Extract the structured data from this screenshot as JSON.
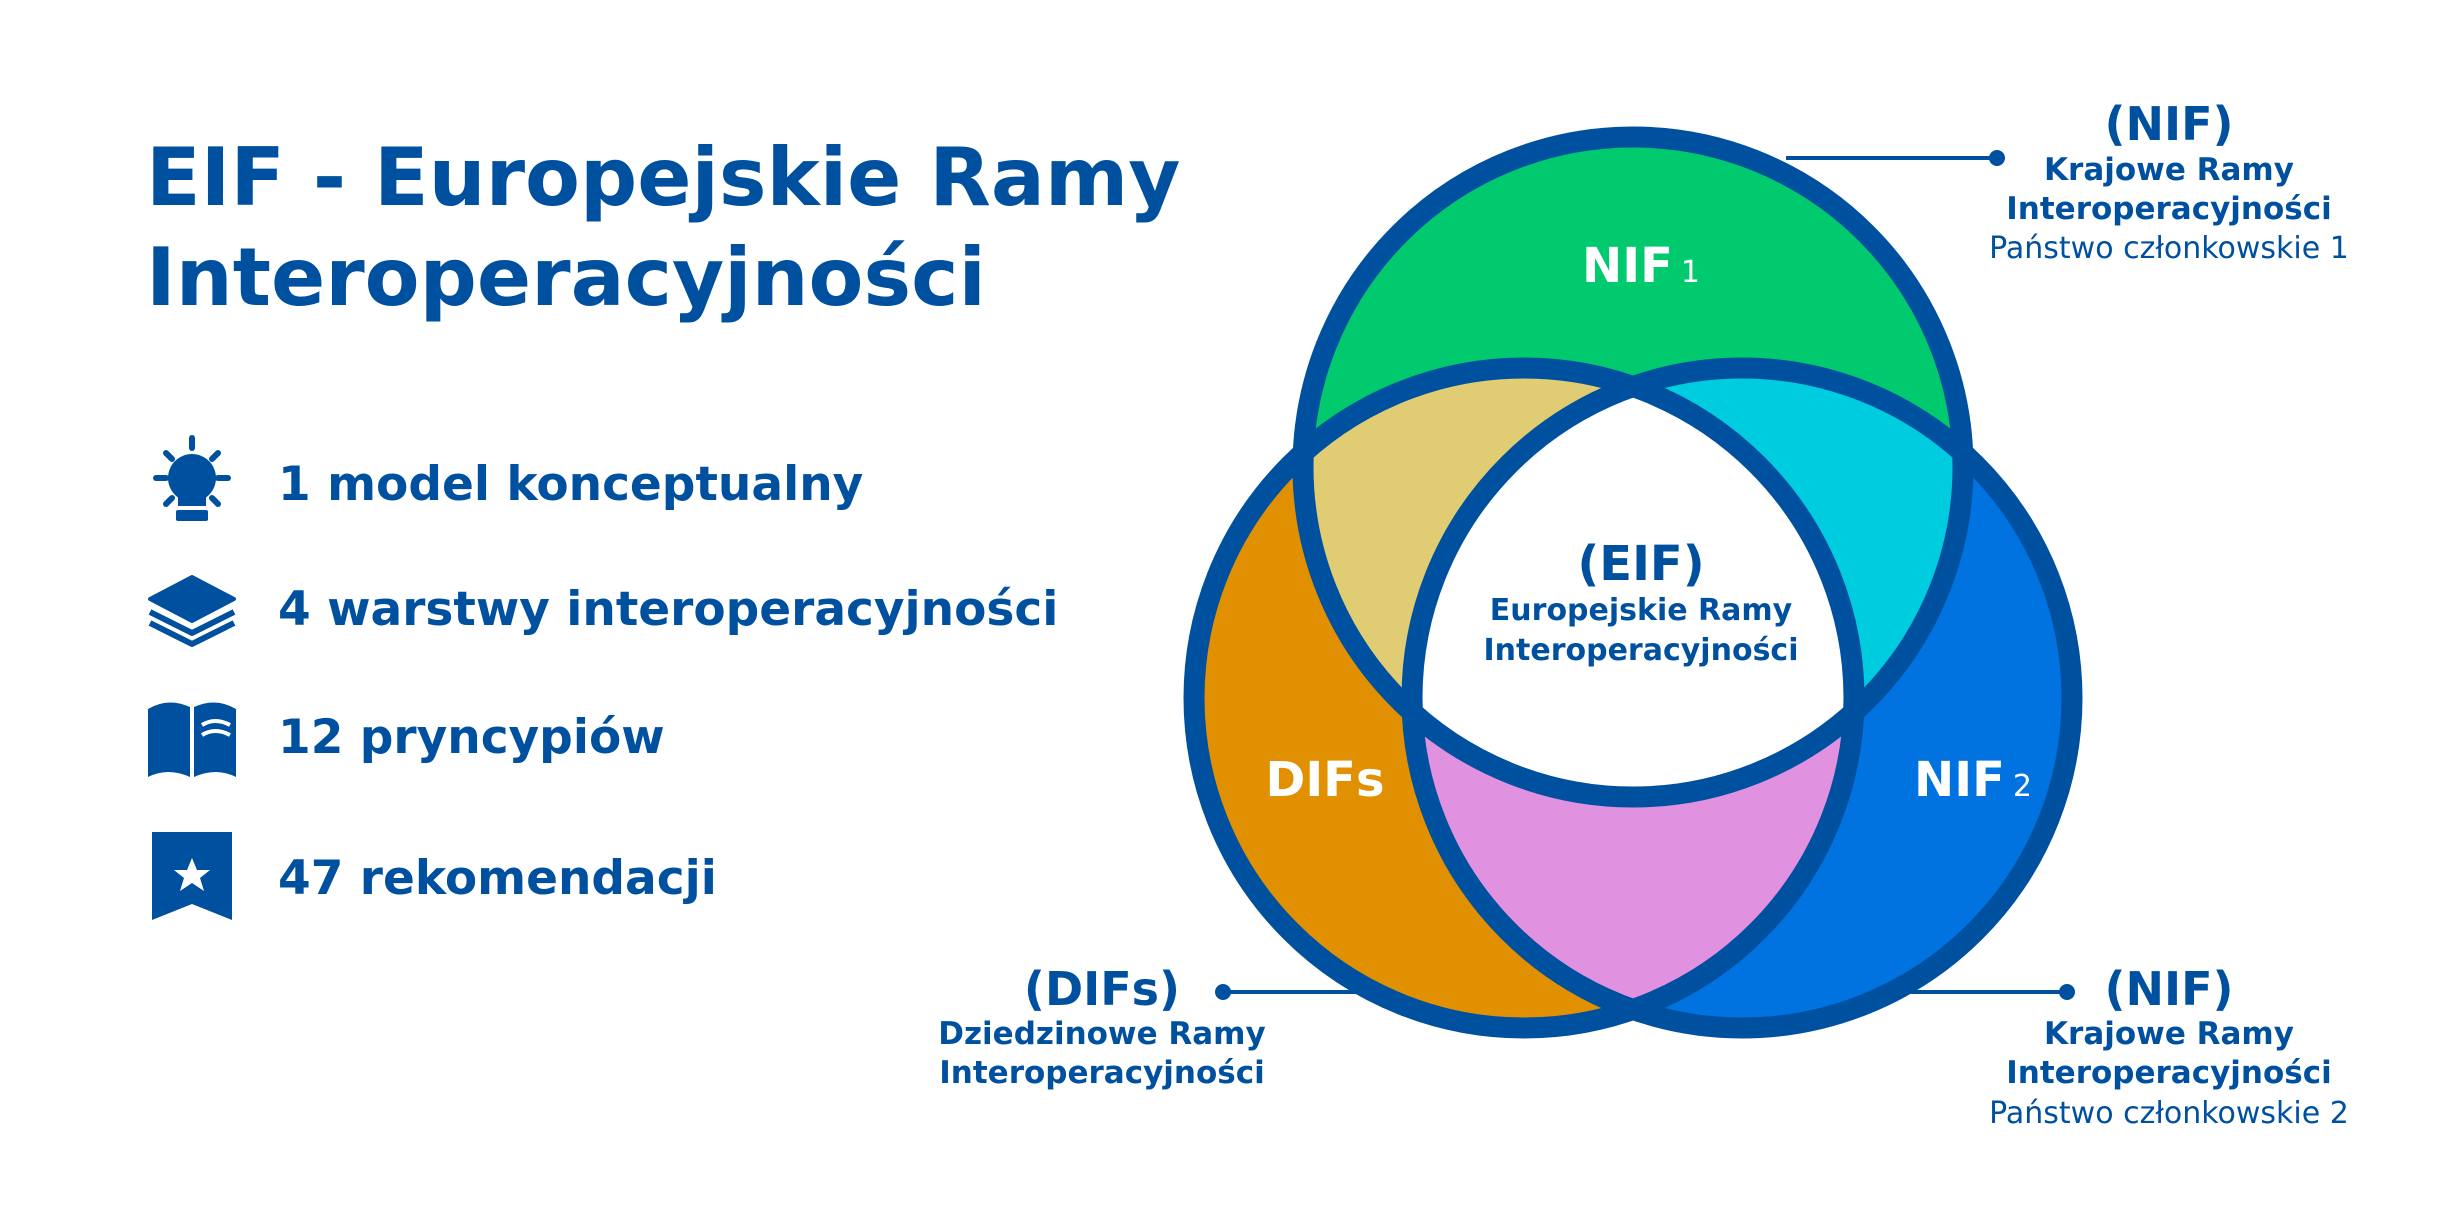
{
  "title": {
    "line1": "EIF - Europejskie Ramy",
    "line2": "Interoperacyjności"
  },
  "items": [
    {
      "icon": "lightbulb-icon",
      "label": "1 model konceptualny"
    },
    {
      "icon": "layers-icon",
      "label": "4 warstwy interoperacyjności"
    },
    {
      "icon": "open-book-icon",
      "label": "12 pryncypiów"
    },
    {
      "icon": "bookmark-star-icon",
      "label": "47 rekomendacji"
    }
  ],
  "venn": {
    "top": {
      "name": "NIF",
      "sub": "1"
    },
    "left": {
      "name": "DIFs"
    },
    "right": {
      "name": "NIF",
      "sub": "2"
    },
    "center": {
      "abbr": "(EIF)",
      "line1": "Europejskie Ramy",
      "line2": "Interoperacyjności"
    },
    "colors": {
      "stroke": "#0050a0",
      "top": "#00c96e",
      "left": "#e09000",
      "right": "#0073e0",
      "top_left": "#e0cc72",
      "top_right": "#00cce0",
      "left_right": "#e092e0",
      "center": "#ffffff"
    }
  },
  "callouts": {
    "top_right": {
      "abbr": "(NIF)",
      "line1": "Krajowe Ramy",
      "line2": "Interoperacyjności",
      "line3": "Państwo członkowskie 1"
    },
    "bottom_right": {
      "abbr": "(NIF)",
      "line1": "Krajowe Ramy",
      "line2": "Interoperacyjności",
      "line3": "Państwo członkowskie 2"
    },
    "bottom_left": {
      "abbr": "(DIFs)",
      "line1": "Dziedzinowe Ramy",
      "line2": "Interoperacyjności"
    }
  }
}
